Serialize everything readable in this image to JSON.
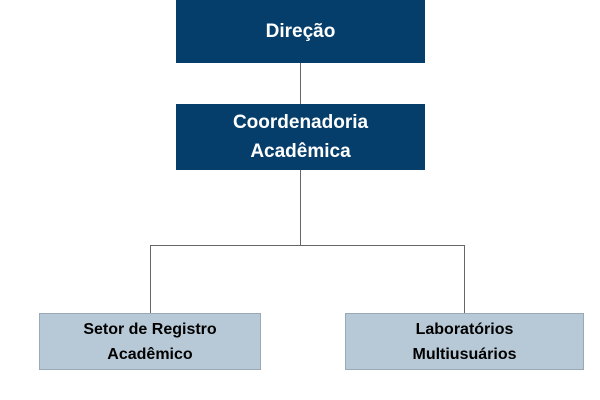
{
  "org_chart": {
    "colors": {
      "top_box_fill": "#063e6b",
      "bottom_box_fill": "#b7c9d6",
      "connector": "#666666"
    },
    "nodes": [
      {
        "id": "direcao",
        "label": "Direção"
      },
      {
        "id": "coordenadoria",
        "label": "Coordenadoria\nAcadêmica"
      },
      {
        "id": "setor",
        "label": "Setor de Registro\nAcadêmico"
      },
      {
        "id": "laboratorios",
        "label": "Laboratórios\nMultiusuários"
      }
    ],
    "edges": [
      {
        "from": "direcao",
        "to": "coordenadoria"
      },
      {
        "from": "coordenadoria",
        "to": "setor"
      },
      {
        "from": "coordenadoria",
        "to": "laboratorios"
      }
    ]
  }
}
